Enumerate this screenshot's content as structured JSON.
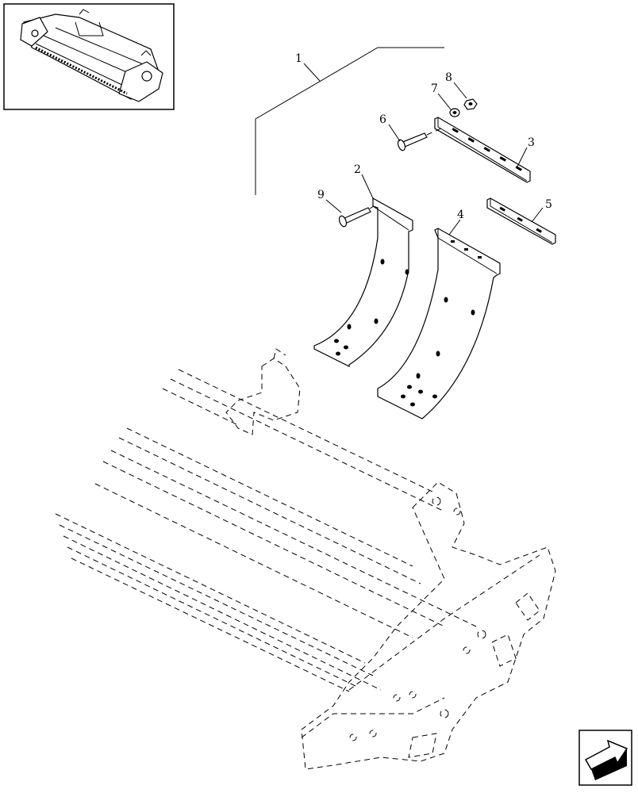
{
  "callouts": [
    {
      "id": "1",
      "text": "1"
    },
    {
      "id": "2",
      "text": "2"
    },
    {
      "id": "3",
      "text": "3"
    },
    {
      "id": "4",
      "text": "4"
    },
    {
      "id": "5",
      "text": "5"
    },
    {
      "id": "6",
      "text": "6"
    },
    {
      "id": "7",
      "text": "7"
    },
    {
      "id": "8",
      "text": "8"
    },
    {
      "id": "9",
      "text": "9"
    }
  ],
  "thumbnail": {
    "icon": "header-overview-thumbnail"
  },
  "nav": {
    "icon": "next-page-arrow-icon"
  }
}
